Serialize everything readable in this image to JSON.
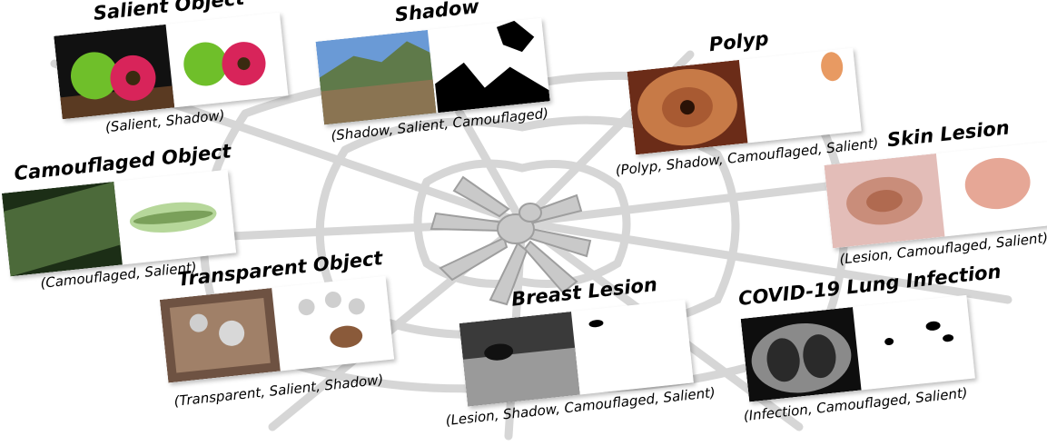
{
  "cards": {
    "salient": {
      "title": "Salient Object",
      "caption": "(Salient, Shadow)"
    },
    "shadow": {
      "title": "Shadow",
      "caption": "(Shadow, Salient, Camouflaged)"
    },
    "polyp": {
      "title": "Polyp",
      "caption": "(Polyp, Shadow, Camouflaged, Salient)"
    },
    "camouflaged": {
      "title": "Camouflaged Object",
      "caption": "(Camouflaged, Salient)"
    },
    "skin": {
      "title": "Skin Lesion",
      "caption": "(Lesion, Camouflaged, Salient)"
    },
    "transparent": {
      "title": "Transparent Object",
      "caption": "(Transparent, Salient, Shadow)"
    },
    "breast": {
      "title": "Breast Lesion",
      "caption": "(Lesion, Shadow, Camouflaged, Salient)"
    },
    "covid": {
      "title": "COVID-19 Lung Infection",
      "caption": "(Infection, Camouflaged, Salient)"
    }
  },
  "colors": {
    "web": "#d9d9d9",
    "spider": "#bdbdbd",
    "text": "#000000"
  }
}
